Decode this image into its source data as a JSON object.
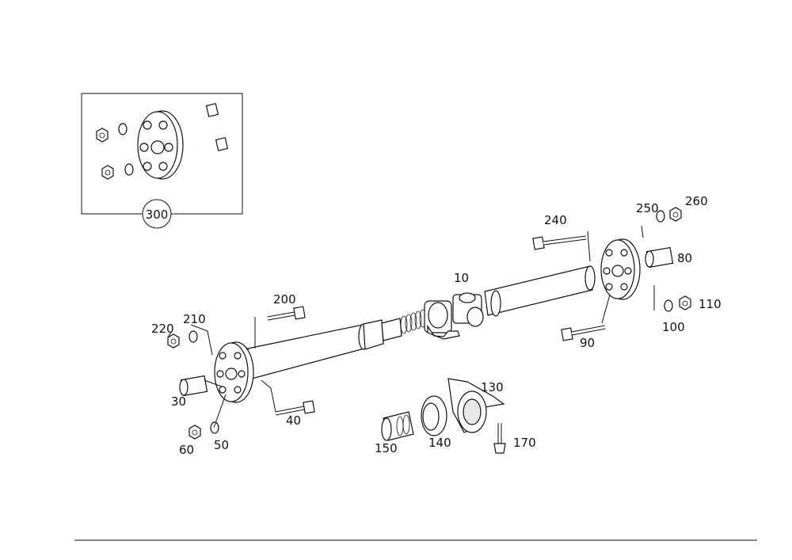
{
  "diagram": {
    "labels": {
      "p10": "10",
      "p30": "30",
      "p40": "40",
      "p50": "50",
      "p60": "60",
      "p80": "80",
      "p90": "90",
      "p100": "100",
      "p110": "110",
      "p130": "130",
      "p140": "140",
      "p150": "150",
      "p170": "170",
      "p200": "200",
      "p210": "210",
      "p220": "220",
      "p240": "240",
      "p250": "250",
      "p260": "260",
      "p300": "300"
    }
  }
}
